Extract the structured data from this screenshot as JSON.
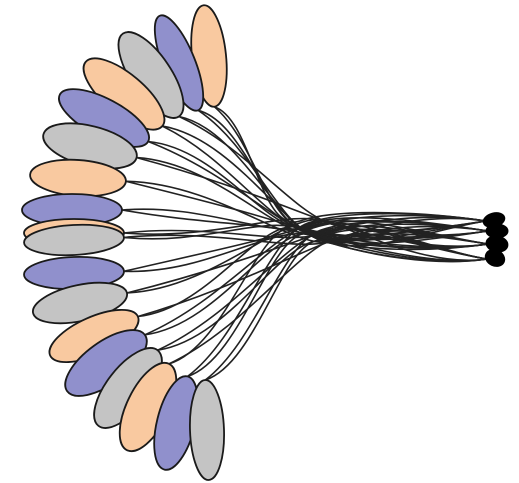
{
  "palette": {
    "purple": "#9090cc",
    "peach": "#f9c9a0",
    "gray": "#c4c4c4",
    "outline": "#1a1a1a",
    "strand": "#222222",
    "knot": "#000000",
    "background": "#ffffff"
  },
  "petals": [
    {
      "color": "peach"
    },
    {
      "color": "purple"
    },
    {
      "color": "gray"
    },
    {
      "color": "peach"
    },
    {
      "color": "purple"
    },
    {
      "color": "gray"
    },
    {
      "color": "peach"
    },
    {
      "color": "purple"
    },
    {
      "color": "peach"
    },
    {
      "color": "gray"
    },
    {
      "color": "purple"
    },
    {
      "color": "gray"
    },
    {
      "color": "peach"
    },
    {
      "color": "purple"
    },
    {
      "color": "gray"
    },
    {
      "color": "peach"
    },
    {
      "color": "purple"
    },
    {
      "color": "gray"
    }
  ],
  "knots": {
    "count": 4
  }
}
